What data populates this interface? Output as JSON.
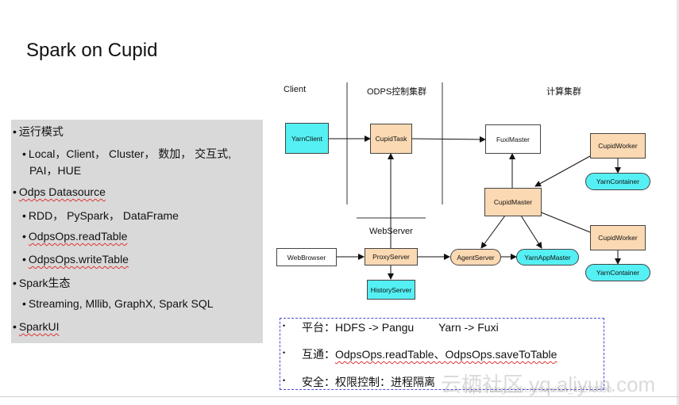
{
  "slide": {
    "title": "Spark on Cupid"
  },
  "left_panel": {
    "items": [
      {
        "text": "运行模式",
        "level": 1
      },
      {
        "text": "Local，Client， Cluster， 数加， 交互式,",
        "level": 2
      },
      {
        "text": "PAI，HUE",
        "level": 2
      },
      {
        "text": "Odps Datasource",
        "level": 1
      },
      {
        "text": "RDD， PySpark， DataFrame",
        "level": 2
      },
      {
        "text": "OdpsOps.readTable",
        "level": 2
      },
      {
        "text": "OdpsOps.writeTable",
        "level": 2
      },
      {
        "text": "Spark生态",
        "level": 1
      },
      {
        "text": "Streaming, Mllib, GraphX, Spark SQL",
        "level": 2
      },
      {
        "text": "SparkUI",
        "level": 1
      }
    ]
  },
  "diagram": {
    "headers": {
      "client": "Client",
      "odps": "ODPS控制集群",
      "compute": "计算集群",
      "webserver": "WebServer"
    },
    "nodes": {
      "yarnclient": "YarnClient",
      "cupidtask": "CupidTask",
      "fuximaster": "FuxiMaster",
      "cupidmaster": "CupidMaster",
      "cupidworker_top": "CupidWorker",
      "yarncontainer_top": "YarnContainer",
      "cupidworker_bottom": "CupidWorker",
      "yarncontainer_bottom": "YarnContainer",
      "webbrowser": "WebBrowser",
      "proxyserver": "ProxyServer",
      "agentserver": "AgentServer",
      "yarnappmaster": "YarnAppMaster",
      "historyserver": "HistoryServer"
    }
  },
  "notes": [
    {
      "label": "平台：",
      "text": "HDFS -> Pangu        Yarn -> Fuxi"
    },
    {
      "label": "互通：",
      "text": "OdpsOps.readTable、OdpsOps.saveToTable"
    },
    {
      "label": "安全：",
      "text": "权限控制：进程隔离"
    }
  ],
  "watermark": {
    "main": "云栖社区 yq.aliyun.com",
    "sub": "https://blog.csdn.net/weixin_43970890"
  },
  "colors": {
    "peach": "#fbd9b3",
    "cyan": "#55f0f3",
    "panel": "#d9d9d9",
    "notes_border": "#4b4bd8"
  }
}
